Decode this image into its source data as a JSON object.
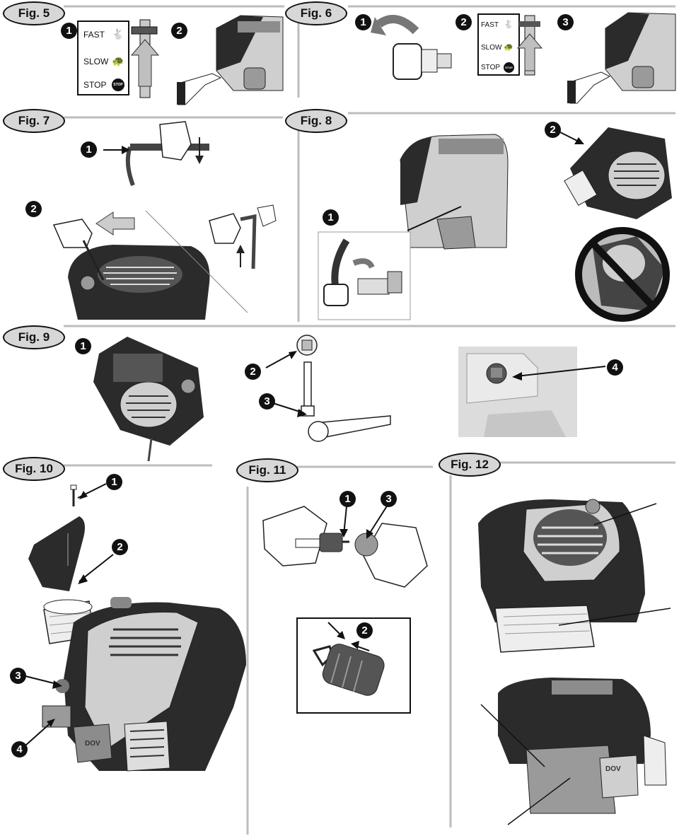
{
  "figures": {
    "fig5": "Fig. 5",
    "fig6": "Fig. 6",
    "fig7": "Fig. 7",
    "fig8": "Fig. 8",
    "fig9": "Fig. 9",
    "fig10": "Fig. 10",
    "fig11": "Fig. 11",
    "fig12": "Fig. 12"
  },
  "callouts": {
    "one": "1",
    "two": "2",
    "three": "3",
    "four": "4"
  },
  "throttle": {
    "fast": "FAST",
    "slow": "SLOW",
    "stop": "STOP",
    "stop_sign": "STOP"
  },
  "engine_mark": "DOV",
  "colors": {
    "ink": "#111111",
    "engine_dark": "#2b2b2b",
    "engine_mid": "#8c8c8c",
    "engine_light": "#d0d0d0",
    "tag_fill": "#d7d7d7",
    "rule_gray": "#bdbdbd"
  }
}
